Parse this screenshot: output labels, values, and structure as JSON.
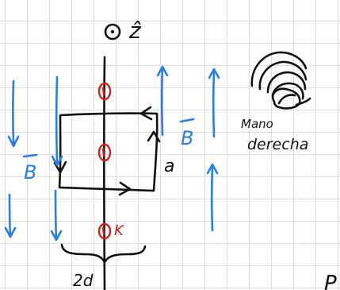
{
  "colors": {
    "ink": "#111111",
    "current": "#d0201a",
    "field": "#2a7fe0"
  },
  "labels": {
    "z_axis": "ẑ",
    "field_left": "B",
    "field_right": "B",
    "side_length": "a",
    "current": "K",
    "width": "2d",
    "hand_line1": "Mano",
    "hand_line2": "derecha",
    "corner": "P"
  }
}
